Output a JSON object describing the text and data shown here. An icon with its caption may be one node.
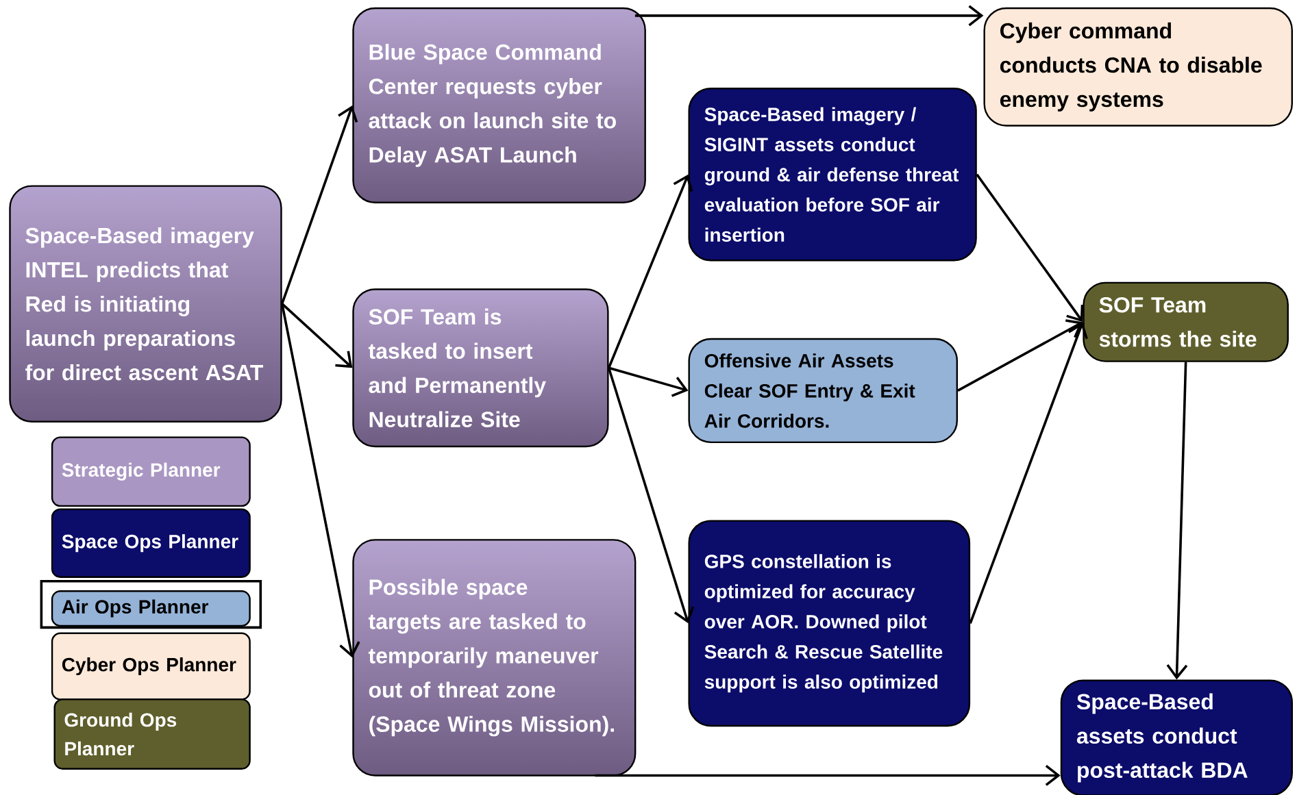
{
  "diagram": {
    "nodes": [
      {
        "text": [
          "Space-Based imagery INTEL predicts that Red is initiating launch preparations for direct ascent ASAT"
        ]
      },
      {
        "text": [
          "Blue Space Command Center requests cyber attack on launch site to Delay ASAT Launch"
        ]
      },
      {
        "text": [
          "SOF Team is tasked to insert and Permanently Neutralize Site"
        ]
      },
      {
        "text": [
          "Possible space targets are tasked to temporarily maneuver out of threat zone (Space Wings Mission)."
        ]
      },
      {
        "text": [
          "Cyber command conducts CNA  to disable enemy systems"
        ]
      },
      {
        "text": [
          "Space-Based imagery / SIGINT assets conduct ground & air defense threat evaluation before SOF air insertion"
        ]
      },
      {
        "text": [
          "Offensive Air Assets Clear SOF Entry & Exit Air Corridors."
        ]
      },
      {
        "text": [
          "GPS constellation is optimized for accuracy over AOR. Downed pilot Search & Rescue Satellite support is also optimized"
        ]
      },
      {
        "text": [
          "SOF Team storms the site"
        ]
      },
      {
        "text": [
          "Space-Based assets conduct post-attack BDA"
        ]
      }
    ],
    "edges": [
      {
        "from": 0,
        "to": 1,
        "arrow": "to"
      },
      {
        "from": 0,
        "to": 2,
        "arrow": "to"
      },
      {
        "from": 0,
        "to": 3,
        "arrow": "to"
      },
      {
        "from": 1,
        "to": 4,
        "arrow": "to"
      },
      {
        "from": 2,
        "to": 5,
        "arrow": "to"
      },
      {
        "from": 2,
        "to": 6,
        "arrow": "to"
      },
      {
        "from": 2,
        "to": 7,
        "arrow": "to"
      },
      {
        "from": 5,
        "to": 8,
        "arrow": "to"
      },
      {
        "from": 6,
        "to": 8,
        "arrow": "to"
      },
      {
        "from": 7,
        "to": 8,
        "arrow": "to"
      },
      {
        "from": 8,
        "to": 9,
        "arrow": "to"
      },
      {
        "from": 3,
        "to": 9,
        "arrow": "to"
      }
    ],
    "legend": [
      {
        "text": "Strategic Planner",
        "color": "#a996c2"
      },
      {
        "text": "Space Ops Planner",
        "color": "#0c0c6b"
      },
      {
        "text": "Air Ops Planner",
        "color": "#95b3d7"
      },
      {
        "text": "Cyber  Ops Planner",
        "color": "#fde9d9"
      },
      {
        "text": "Ground Ops Planner",
        "color": "#5f5f2d"
      }
    ]
  }
}
